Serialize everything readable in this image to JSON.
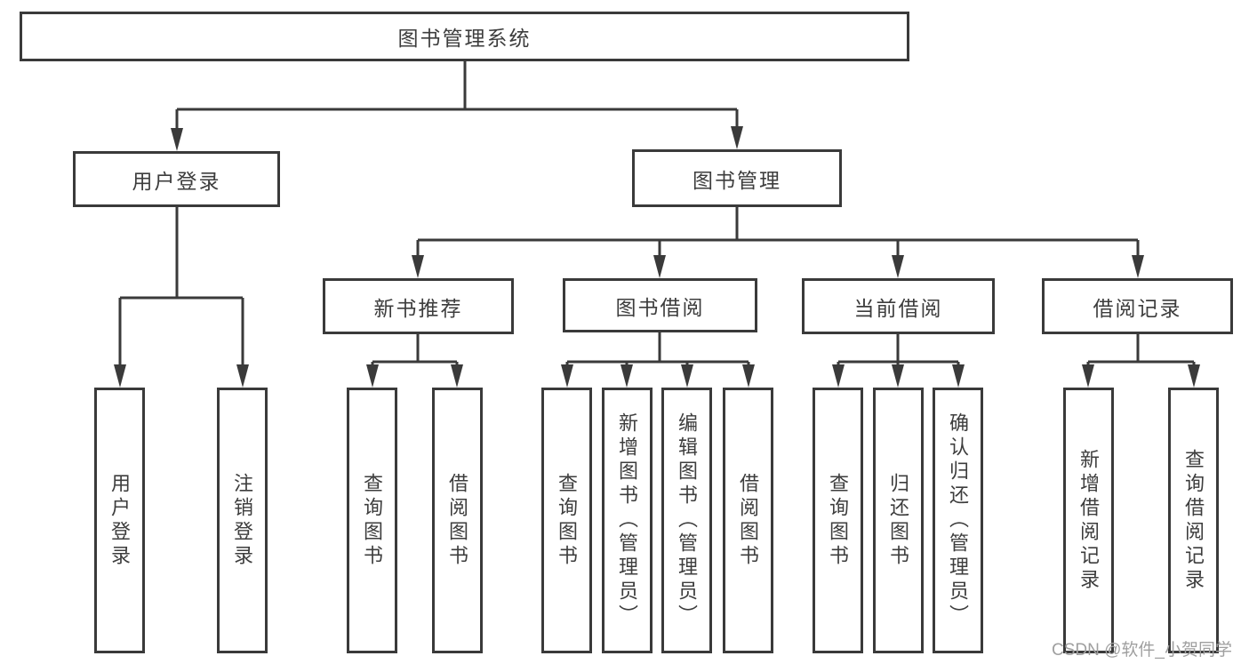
{
  "diagram": {
    "root": {
      "label": "图书管理系统"
    },
    "level2": [
      {
        "label": "用户登录"
      },
      {
        "label": "图书管理"
      }
    ],
    "level3": [
      {
        "label": "新书推荐"
      },
      {
        "label": "图书借阅"
      },
      {
        "label": "当前借阅"
      },
      {
        "label": "借阅记录"
      }
    ],
    "leaves": {
      "user_login": [
        {
          "label": "用户登录"
        },
        {
          "label": "注销登录"
        }
      ],
      "new_book_recommend": [
        {
          "label": "查询图书"
        },
        {
          "label": "借阅图书"
        }
      ],
      "book_borrow": [
        {
          "label": "查询图书"
        },
        {
          "label": "新增图书（管理员）"
        },
        {
          "label": "编辑图书（管理员）"
        },
        {
          "label": "借阅图书"
        }
      ],
      "current_borrow": [
        {
          "label": "查询图书"
        },
        {
          "label": "归还图书"
        },
        {
          "label": "确认归还（管理员）"
        }
      ],
      "borrow_record": [
        {
          "label": "新增借阅记录"
        },
        {
          "label": "查询借阅记录"
        }
      ]
    },
    "watermark": "CSDN @软件_小贺同学",
    "colors": {
      "line": "#3a3a3a",
      "text": "#3d3d3d",
      "watermark": "#9f9f9f",
      "background": "#ffffff"
    }
  }
}
